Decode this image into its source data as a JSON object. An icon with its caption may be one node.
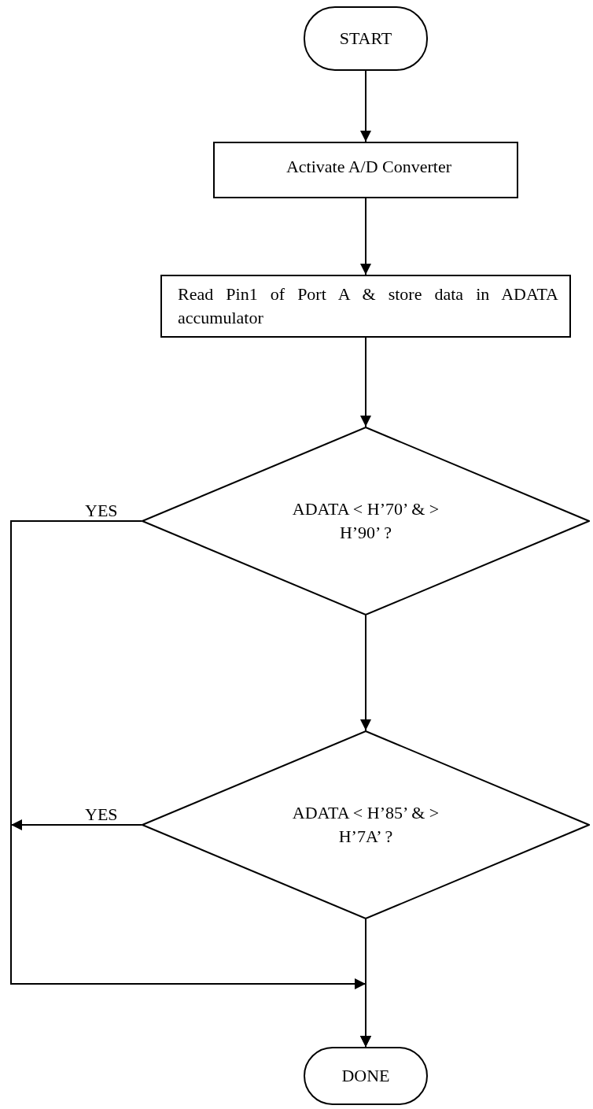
{
  "diagram": {
    "nodes": [
      {
        "text": [
          "START"
        ]
      },
      {
        "text": [
          "Activate A/D Converter"
        ]
      },
      {
        "text": [
          "Read Pin1 of Port A & store data in ADATA accumulator"
        ]
      },
      {
        "text": [
          "ADATA < H’70’ & > H’90’ ?"
        ]
      },
      {
        "text": [
          "ADATA < H’85’ & > H’7A’ ?"
        ]
      },
      {
        "text": [
          "DONE"
        ]
      }
    ],
    "edges": [
      {
        "from": 0,
        "to": 1,
        "arrow": "to"
      },
      {
        "from": 1,
        "to": 2,
        "arrow": "to"
      },
      {
        "from": 2,
        "to": 3,
        "arrow": "to"
      },
      {
        "from": 3,
        "to": 4,
        "arrow": "to"
      },
      {
        "from": 3,
        "to": 5,
        "arrow": "to",
        "label": "YES"
      },
      {
        "from": 4,
        "to": 5,
        "arrow": "to",
        "label": "YES"
      },
      {
        "from": 4,
        "to": 5,
        "arrow": "to"
      }
    ]
  }
}
